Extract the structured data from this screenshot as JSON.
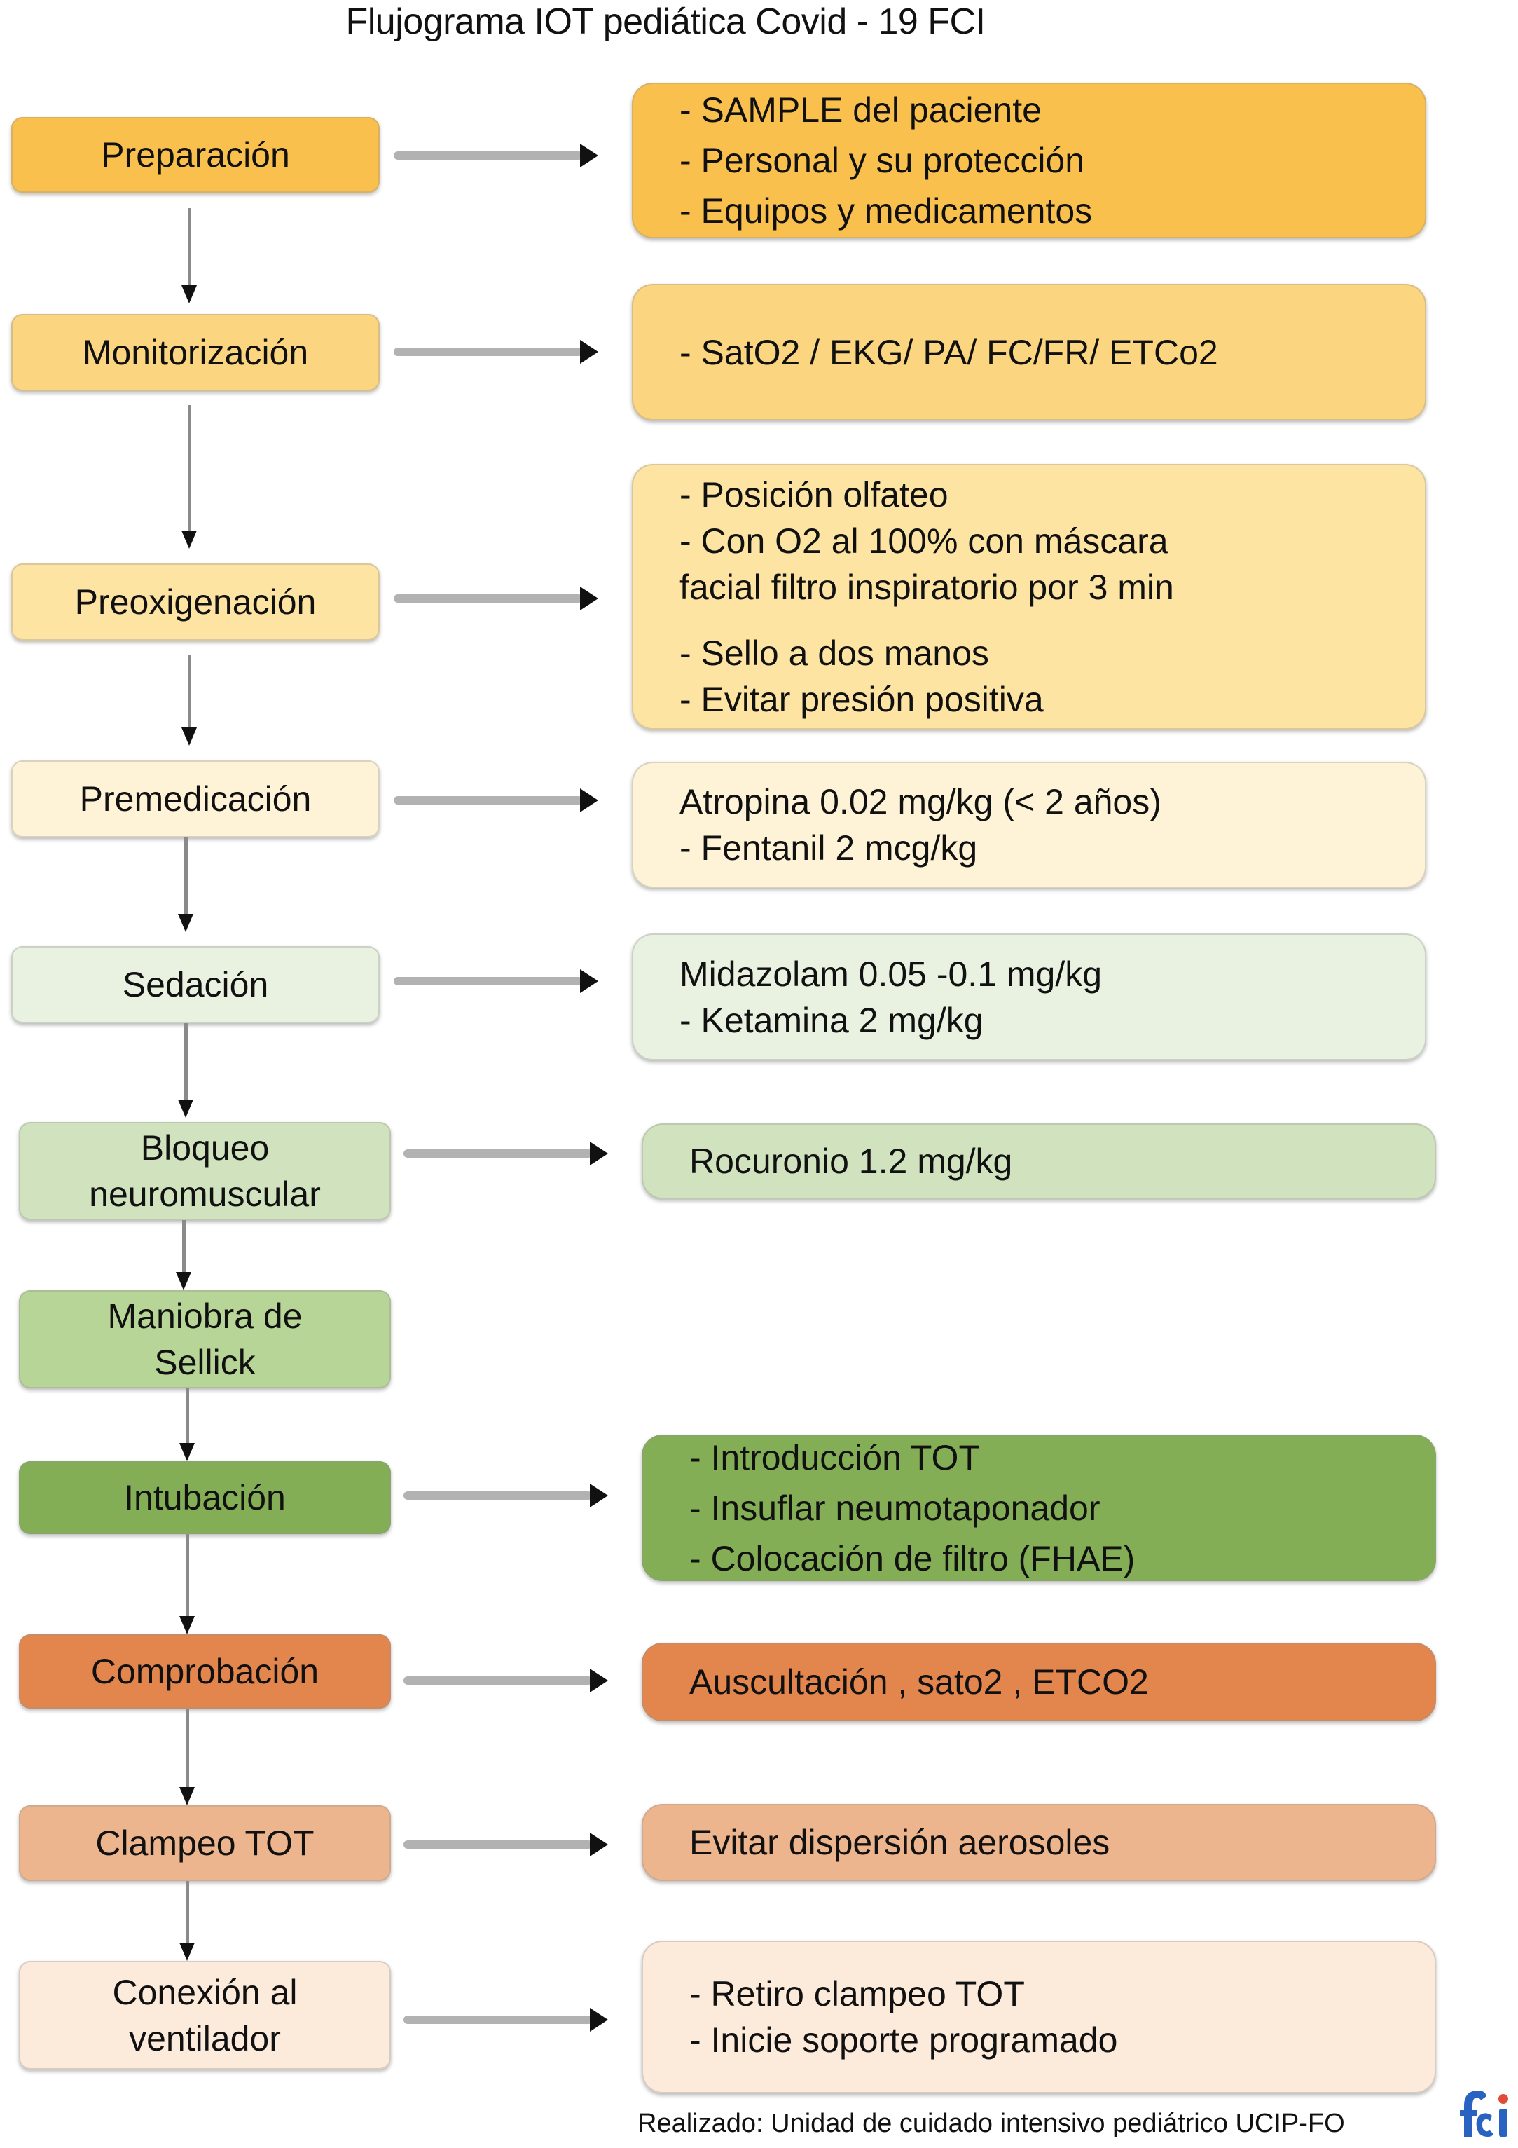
{
  "title": "Flujograma IOT pediática Covid - 19 FCI",
  "steps": [
    {
      "label": "Preparación",
      "color": "#F9C04D",
      "details": [
        "- SAMPLE del paciente",
        "- Personal y su protección",
        "- Equipos y medicamentos"
      ],
      "detail_color": "#F9C04D"
    },
    {
      "label": "Monitorización",
      "color": "#FBD57F",
      "details": [
        "- SatO2 / EKG/ PA/ FC/FR/ ETCo2"
      ],
      "detail_color": "#FBD57F"
    },
    {
      "label": "Preoxigenación",
      "color": "#FDE4A3",
      "details": [
        "- Posición olfateo",
        "- Con O2 al 100% con máscara",
        "facial filtro inspiratorio por 3 min",
        "- Sello a dos manos",
        "- Evitar presión positiva"
      ],
      "detail_color": "#FDE4A3"
    },
    {
      "label": "Premedicación",
      "color": "#FEF3D6",
      "details": [
        "Atropina 0.02 mg/kg (< 2 años)",
        "- Fentanil 2 mcg/kg"
      ],
      "detail_color": "#FEF3D6"
    },
    {
      "label": "Sedación",
      "color": "#E9F2E0",
      "details": [
        "Midazolam 0.05 -0.1 mg/kg",
        "- Ketamina 2 mg/kg"
      ],
      "detail_color": "#E9F2E0"
    },
    {
      "label": "Bloqueo neuromuscular",
      "label_lines": [
        "Bloqueo",
        "neuromuscular"
      ],
      "color": "#D1E3BE",
      "details": [
        "Rocuronio 1.2 mg/kg"
      ],
      "detail_color": "#D1E3BE"
    },
    {
      "label": "Maniobra de Sellick",
      "label_lines": [
        "Maniobra de",
        "Sellick"
      ],
      "color": "#B7D597",
      "details": []
    },
    {
      "label": "Intubación",
      "color": "#84AE55",
      "details": [
        "- Introducción TOT",
        "- Insuflar neumotaponador",
        "- Colocación de filtro (FHAE)"
      ],
      "detail_color": "#84AE55"
    },
    {
      "label": "Comprobación",
      "color": "#E2864E",
      "details": [
        "Auscultación , sato2 , ETCO2"
      ],
      "detail_color": "#E2864E"
    },
    {
      "label": "Clampeo TOT",
      "color": "#EDB58D",
      "details": [
        "Evitar dispersión aerosoles"
      ],
      "detail_color": "#EDB58D"
    },
    {
      "label": "Conexión al ventilador",
      "label_lines": [
        "Conexión al",
        "ventilador"
      ],
      "color": "#FCEADB",
      "details": [
        "- Retiro clampeo TOT",
        "- Inicie soporte programado"
      ],
      "detail_color": "#FCEADB"
    }
  ],
  "footer": "Realizado: Unidad de cuidado intensivo pediátrico UCIP-FO",
  "logo": {
    "text": "fci",
    "primary_color": "#2A62C2",
    "accent_color": "#E24A3A"
  }
}
